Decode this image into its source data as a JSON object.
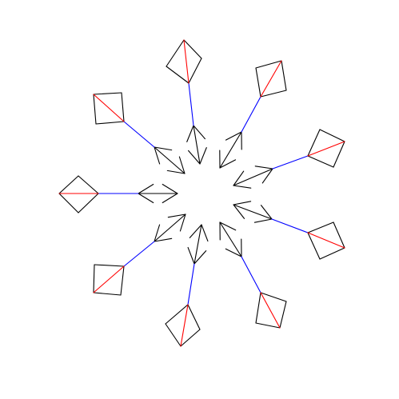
{
  "diagram": {
    "description_free": true,
    "arms": [
      {
        "id": "arm-top"
      },
      {
        "id": "arm-top-right"
      },
      {
        "id": "arm-right-upper"
      },
      {
        "id": "arm-right-lower"
      },
      {
        "id": "arm-bottom-right"
      },
      {
        "id": "arm-bottom"
      },
      {
        "id": "arm-bottom-left"
      },
      {
        "id": "arm-left"
      },
      {
        "id": "arm-top-left"
      }
    ],
    "colors": {
      "arrow": "#000000",
      "shaft": "#0000ff",
      "diagonal": "#ff0000",
      "background": "#ffffff"
    }
  }
}
